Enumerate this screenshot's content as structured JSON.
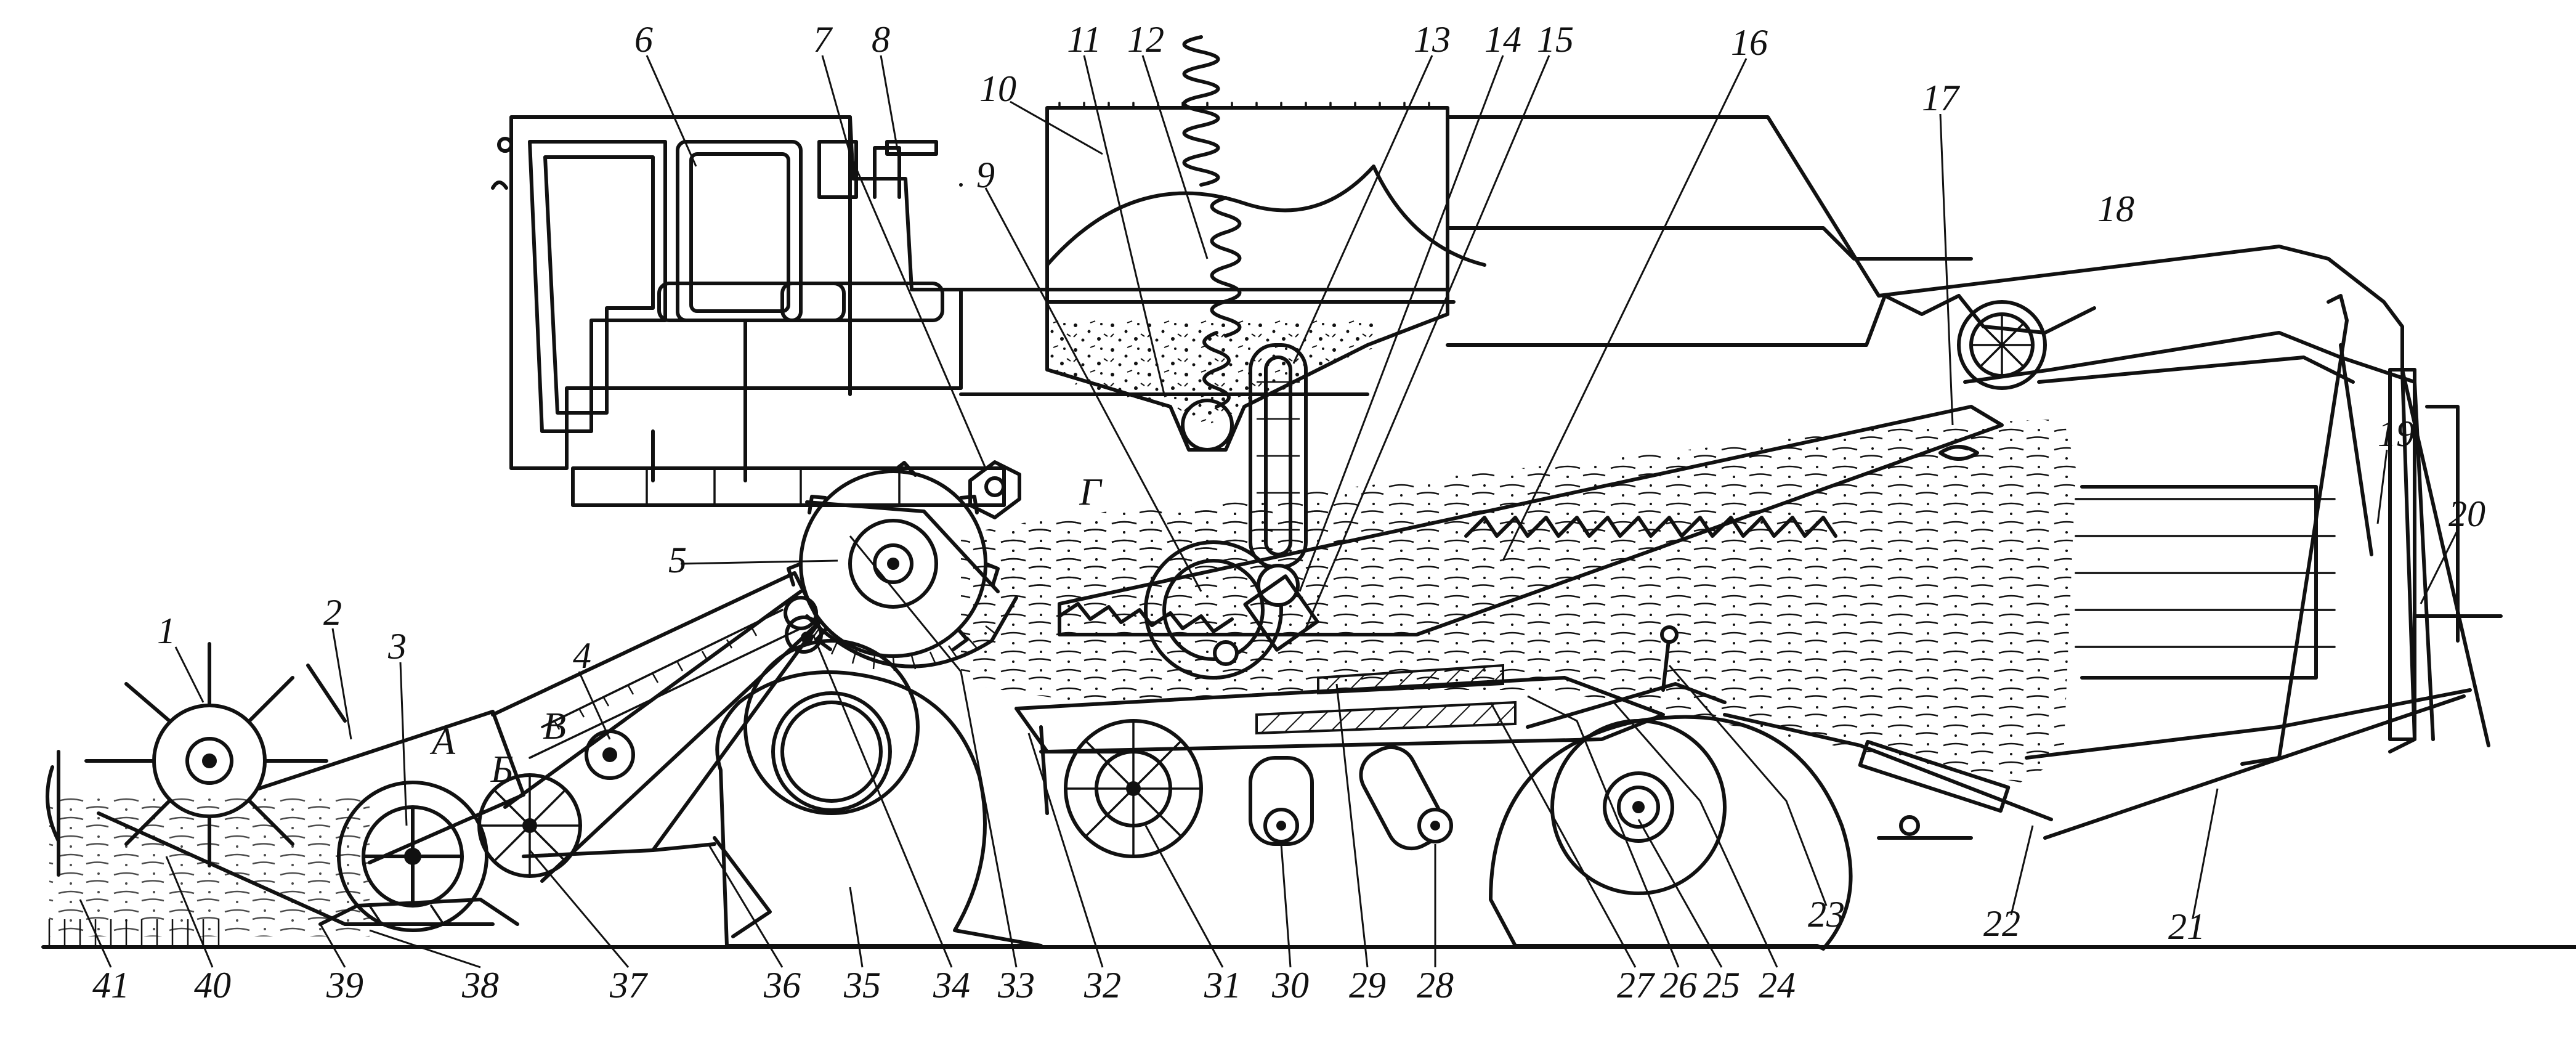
{
  "diagram": {
    "callouts": [
      "1",
      "2",
      "3",
      "4",
      "5",
      "6",
      "7",
      "8",
      "9",
      "10",
      "11",
      "12",
      "13",
      "14",
      "15",
      "16",
      "17",
      "18",
      "19",
      "20",
      "21",
      "22",
      "23",
      "24",
      "25",
      "26",
      "27",
      "28",
      "29",
      "30",
      "31",
      "32",
      "33",
      "34",
      "35",
      "36",
      "37",
      "38",
      "39",
      "40",
      "41"
    ],
    "zones": [
      "А",
      "Б",
      "В",
      "Г"
    ]
  }
}
